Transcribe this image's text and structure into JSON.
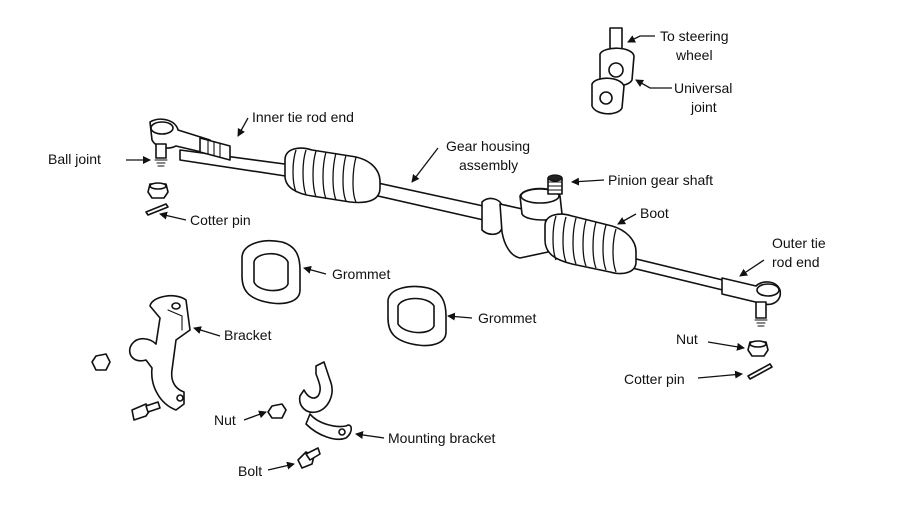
{
  "labels": {
    "to_steering_wheel_1": "To steering",
    "to_steering_wheel_2": "wheel",
    "universal_joint_1": "Universal",
    "universal_joint_2": "joint",
    "inner_tie_rod_end": "Inner tie rod end",
    "gear_housing_1": "Gear housing",
    "gear_housing_2": "assembly",
    "ball_joint": "Ball joint",
    "pinion_gear_shaft": "Pinion gear shaft",
    "cotter_pin_left": "Cotter pin",
    "boot": "Boot",
    "outer_tie_rod_end_1": "Outer tie",
    "outer_tie_rod_end_2": "rod end",
    "grommet_left": "Grommet",
    "grommet_right": "Grommet",
    "bracket": "Bracket",
    "nut_right": "Nut",
    "cotter_pin_right": "Cotter pin",
    "nut_left": "Nut",
    "mounting_bracket": "Mounting bracket",
    "bolt": "Bolt"
  }
}
